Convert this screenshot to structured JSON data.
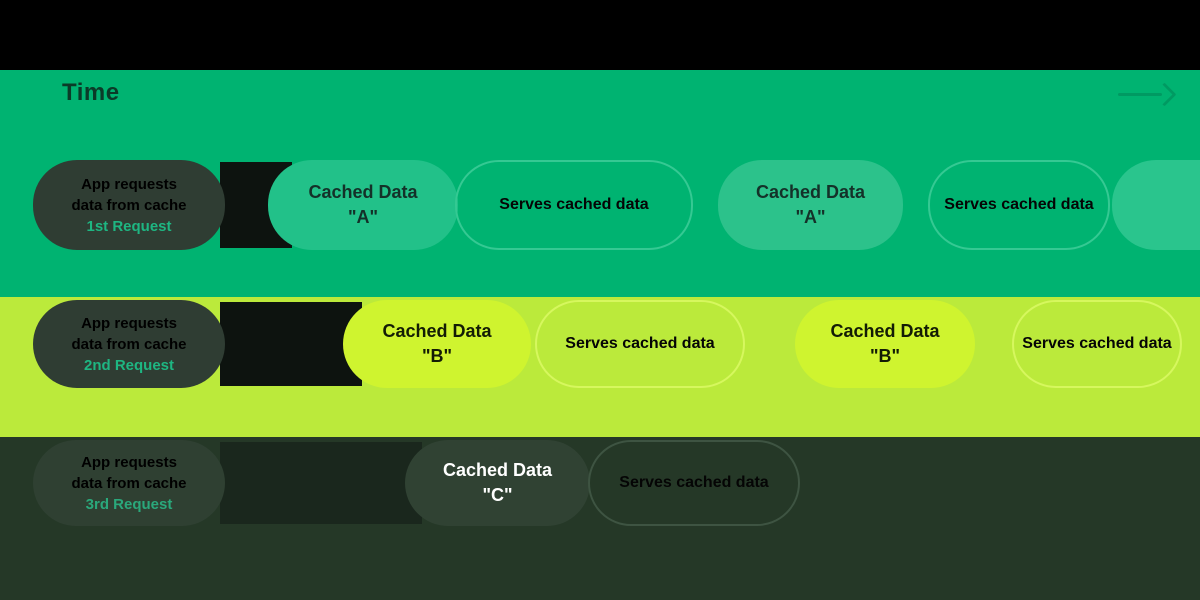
{
  "timeline": {
    "label": "Time",
    "arrow_icon": "right-arrow"
  },
  "colors": {
    "top_band": "#000000",
    "emerald_band": "#00b371",
    "lime_band": "#bbea3b",
    "dark_band": "#253827",
    "request_pill": "#2f3d33",
    "cached_a_pill": "#22c189",
    "cached_b_pill": "#cff42f",
    "cached_c_pill": "#304233",
    "request_highlight": "#1eb682",
    "time_label": "#0b3b28"
  },
  "rows": [
    {
      "request": {
        "line1": "App requests",
        "line2": "data from cache",
        "line3": "1st Request"
      },
      "cache_label": "Cached Data",
      "cache_key": "\"A\"",
      "status1": "Serves cached data",
      "status2": "Serves cached data"
    },
    {
      "request": {
        "line1": "App requests",
        "line2": "data from cache",
        "line3": "2nd Request"
      },
      "cache_label": "Cached Data",
      "cache_key": "\"B\"",
      "status1": "Serves cached data",
      "status2": "Serves cached data"
    },
    {
      "request": {
        "line1": "App requests",
        "line2": "data from cache",
        "line3": "3rd Request"
      },
      "cache_label": "Cached Data",
      "cache_key": "\"C\"",
      "status1": "Serves cached data"
    }
  ]
}
